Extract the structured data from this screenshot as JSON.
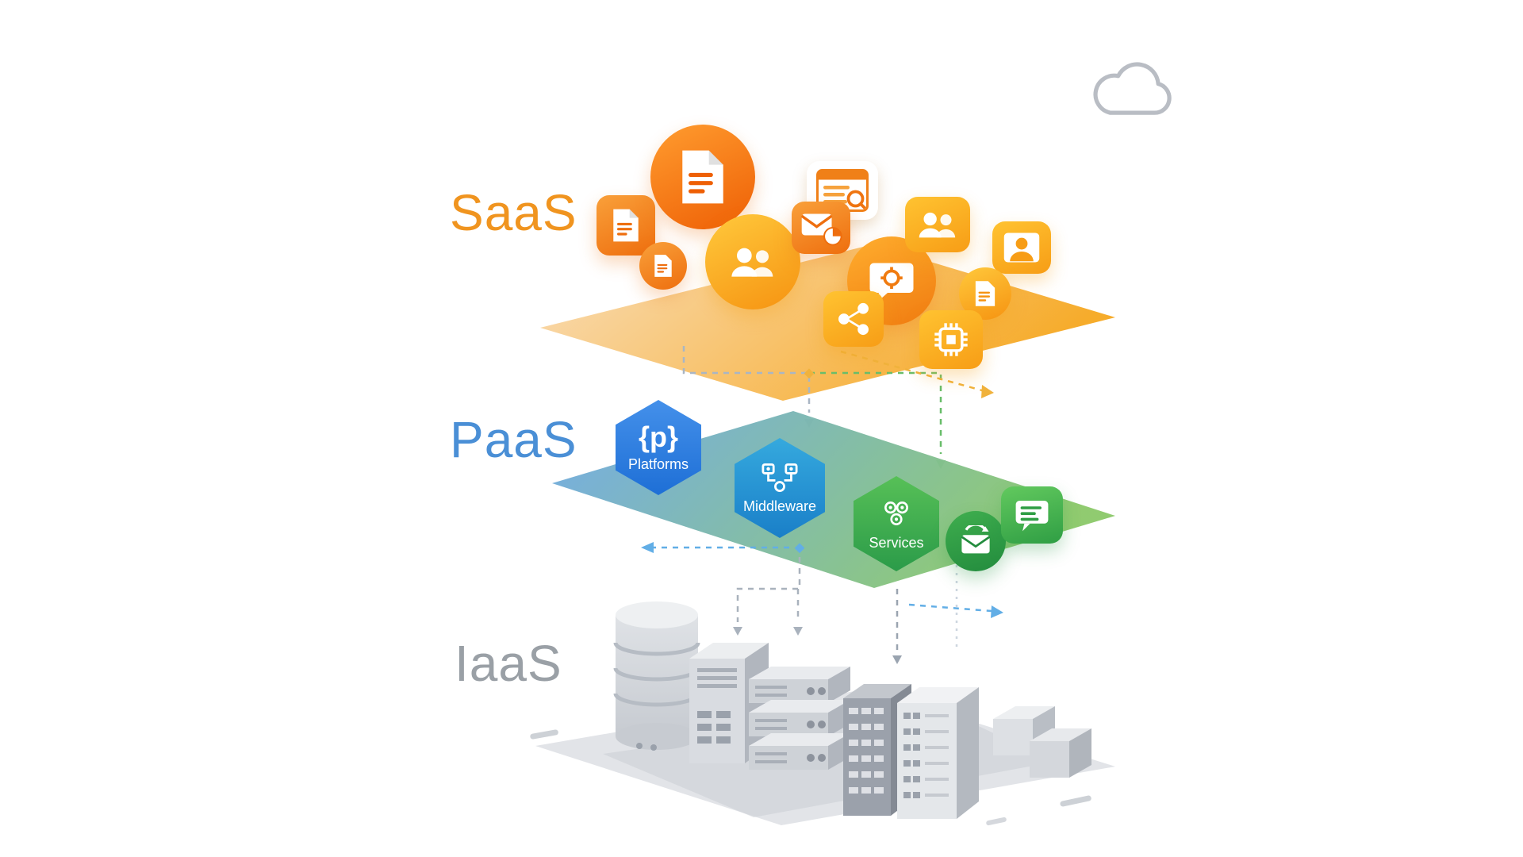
{
  "page": {
    "background": "#ffffff",
    "description": "Cloud computing service model layers diagram"
  },
  "cloud_icon": {
    "name": "cloud-outline-icon",
    "color": "#b9bdc4"
  },
  "colors": {
    "saas_accent": "#f0941f",
    "paas_accent": "#4a8fd6",
    "paas_green": "#2f9e44",
    "iaas_accent": "#9aa0a6",
    "saas_plane": [
      "#f9dcb6",
      "#f6a822"
    ],
    "paas_plane": [
      "#6fa9e6",
      "#8cc96a"
    ],
    "iaas_base": "#e2e4e8"
  },
  "layers": {
    "saas": {
      "label": "SaaS",
      "label_color": "#f0941f",
      "icons": [
        "document-badge",
        "document-circle",
        "document-small-circle",
        "users-circle",
        "browser-window",
        "mail-chart",
        "chat-gear-circle",
        "team",
        "portrait",
        "share-network",
        "document-list-circle",
        "chip"
      ]
    },
    "paas": {
      "label": "PaaS",
      "label_color": "#4a8fd6",
      "hexagons": [
        {
          "name": "platforms-hexagon",
          "glyph": "{p}",
          "label": "Platforms",
          "color": "#1e6fd6"
        },
        {
          "name": "middleware-hexagon",
          "label": "Middleware",
          "color": "#1a7fc8"
        },
        {
          "name": "services-hexagon",
          "label": "Services",
          "color": "#2b9b49"
        }
      ],
      "icons": [
        "sync-mail-circle",
        "chat-note"
      ]
    },
    "iaas": {
      "label": "IaaS",
      "label_color": "#9aa0a6",
      "hardware": [
        "database-cylinder",
        "tower-server",
        "rack-server",
        "blade-rack-left",
        "blade-rack-right",
        "storage-cubes"
      ]
    }
  }
}
